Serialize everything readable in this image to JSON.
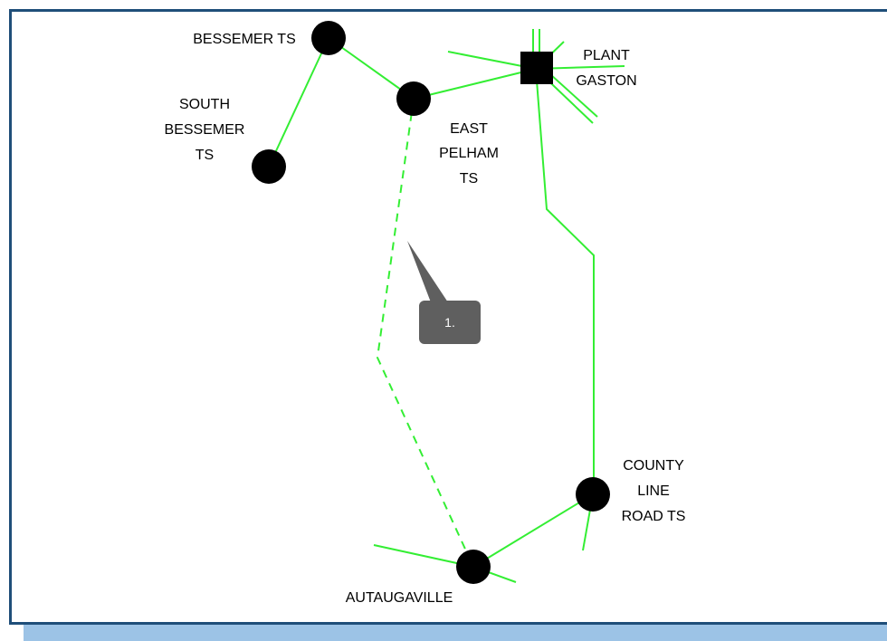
{
  "diagram": {
    "colors": {
      "line": "#33ee33",
      "node": "#000000",
      "frame": "#1f4e79",
      "band": "#9cc3e6",
      "callout": "#5f5f5f"
    },
    "nodes": {
      "bessemer": {
        "label": "BESSEMER TS"
      },
      "south_bessemer": {
        "lines": [
          "SOUTH",
          "BESSEMER",
          "TS"
        ]
      },
      "east_pelham": {
        "lines": [
          "EAST",
          "PELHAM",
          "TS"
        ]
      },
      "plant_gaston": {
        "lines": [
          "PLANT",
          "GASTON"
        ]
      },
      "county_line": {
        "lines": [
          "COUNTY",
          "LINE",
          "ROAD TS"
        ]
      },
      "autaugaville": {
        "label": "AUTAUGAVILLE"
      }
    },
    "callout": {
      "label": "1."
    }
  }
}
